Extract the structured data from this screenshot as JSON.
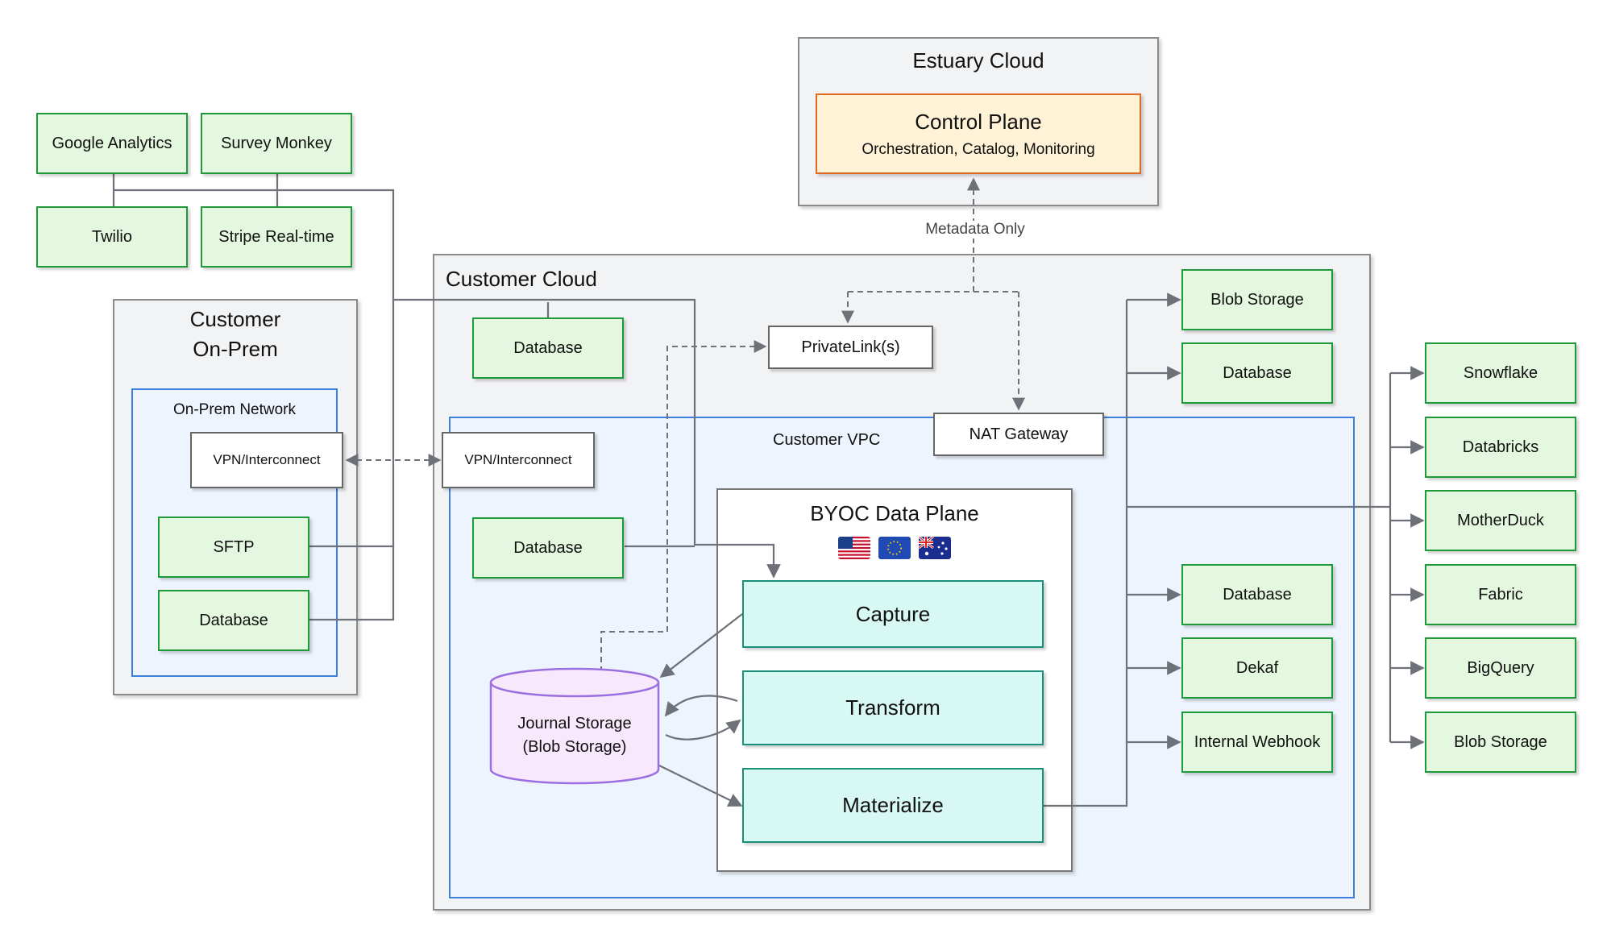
{
  "estuary_cloud": {
    "title": "Estuary Cloud",
    "control_plane": {
      "title": "Control Plane",
      "subtitle": "Orchestration, Catalog, Monitoring"
    }
  },
  "metadata_label": "Metadata Only",
  "sources": {
    "google_analytics": "Google Analytics",
    "survey_monkey": "Survey Monkey",
    "twilio": "Twilio",
    "stripe": "Stripe Real-time"
  },
  "on_prem": {
    "title_line1": "Customer",
    "title_line2": "On-Prem",
    "network_title": "On-Prem Network",
    "vpn": "VPN/Interconnect",
    "sftp": "SFTP",
    "database": "Database"
  },
  "customer_cloud": {
    "title": "Customer Cloud",
    "database": "Database",
    "privatelink": "PrivateLink(s)",
    "nat_gateway": "NAT Gateway",
    "vpc": {
      "title": "Customer VPC",
      "vpn": "VPN/Interconnect",
      "database": "Database",
      "journal_line1": "Journal Storage",
      "journal_line2": "(Blob Storage)",
      "data_plane": {
        "title": "BYOC Data Plane",
        "flags": [
          "us-flag",
          "eu-flag",
          "au-flag"
        ],
        "capture": "Capture",
        "transform": "Transform",
        "materialize": "Materialize"
      }
    }
  },
  "cloud_destinations": [
    "Blob Storage",
    "Database",
    "Database",
    "Dekaf",
    "Internal Webhook"
  ],
  "external_destinations": [
    "Snowflake",
    "Databricks",
    "MotherDuck",
    "Fabric",
    "BigQuery",
    "Blob Storage"
  ],
  "colors": {
    "green_fill": "#e3f8de",
    "green_border": "#1f9a3a",
    "teal_fill": "#d7f8f3",
    "teal_border": "#1a8f7a",
    "orange_fill": "#fff2d6",
    "orange_border": "#e06a1f",
    "purple_fill": "#f8e8fb",
    "purple_border": "#9b6fe0",
    "blue_border": "#3a7fdc",
    "line": "#6e7178"
  }
}
